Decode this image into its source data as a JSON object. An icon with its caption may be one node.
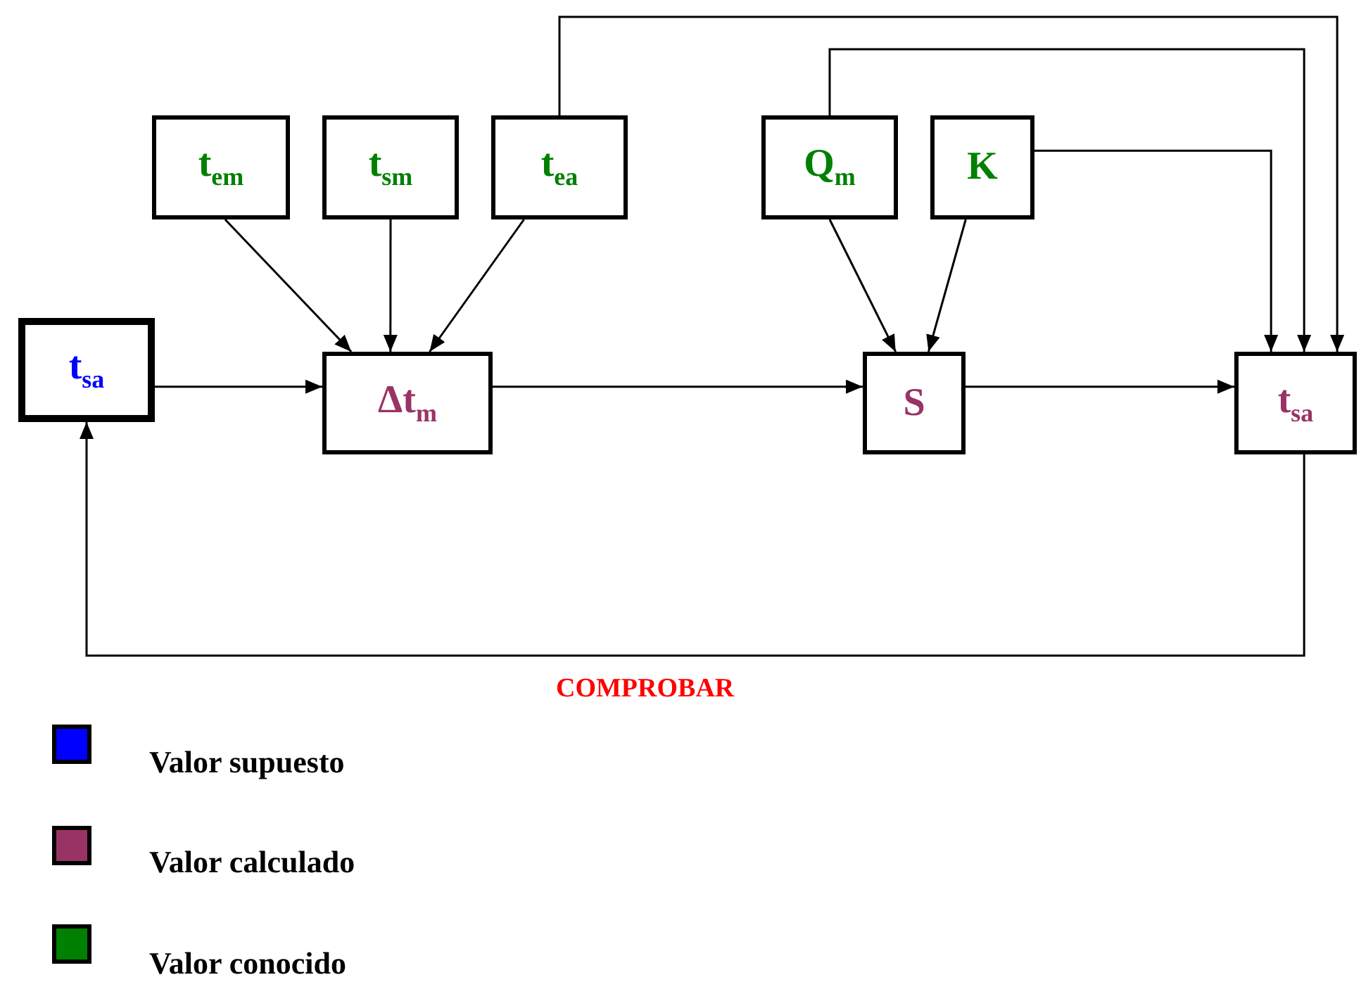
{
  "diagram": {
    "nodes": [
      {
        "text": [
          "t$_{em}$"
        ]
      },
      {
        "text": [
          "t$_{sm}$"
        ]
      },
      {
        "text": [
          "t$_{ea}$"
        ]
      },
      {
        "text": [
          "Q$_{m}$"
        ]
      },
      {
        "text": [
          "K"
        ]
      },
      {
        "text": [
          "t$_{sa}$"
        ]
      },
      {
        "text": [
          "Δt$_{m}$"
        ]
      },
      {
        "text": [
          "S"
        ]
      },
      {
        "text": [
          "t$_{sa}$"
        ]
      }
    ],
    "edges": [
      {
        "from": 0,
        "to": 6,
        "arrow": "to"
      },
      {
        "from": 1,
        "to": 6,
        "arrow": "to"
      },
      {
        "from": 2,
        "to": 6,
        "arrow": "to"
      },
      {
        "from": 3,
        "to": 7,
        "arrow": "to"
      },
      {
        "from": 4,
        "to": 7,
        "arrow": "to"
      },
      {
        "from": 5,
        "to": 6,
        "arrow": "to"
      },
      {
        "from": 6,
        "to": 7,
        "arrow": "to"
      },
      {
        "from": 7,
        "to": 8,
        "arrow": "to"
      },
      {
        "from": 2,
        "to": 8,
        "arrow": "to"
      },
      {
        "from": 3,
        "to": 8,
        "arrow": "to"
      },
      {
        "from": 4,
        "to": 8,
        "arrow": "to"
      },
      {
        "from": 8,
        "to": 5,
        "arrow": "to",
        "label": "COMPROBAR"
      }
    ],
    "legend": [
      {
        "text": "Valor supuesto",
        "color": "#0000ff"
      },
      {
        "text": "Valor calculado",
        "color": "#993366"
      },
      {
        "text": "Valor conocido",
        "color": "#008000"
      }
    ]
  }
}
